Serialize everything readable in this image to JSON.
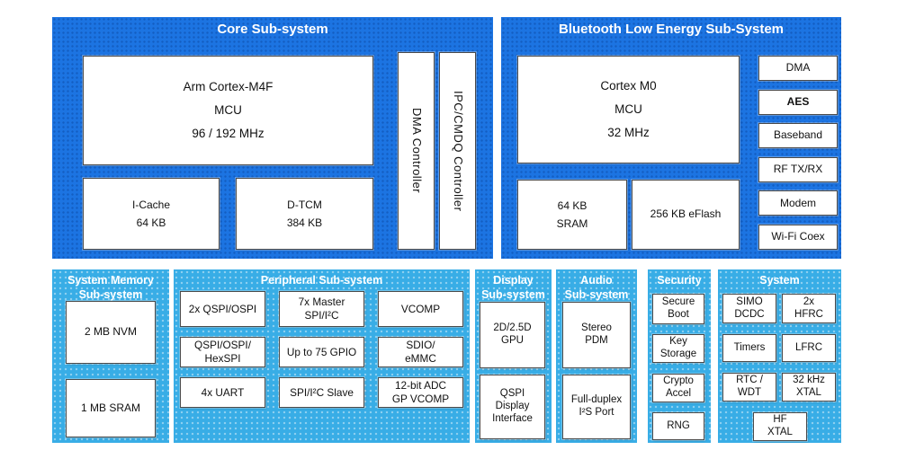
{
  "colors": {
    "panel_dark_blue": "#1c74e2",
    "panel_light_blue": "#38ade6",
    "box_bg": "#ffffff",
    "box_border": "#4a4a4a",
    "header_text": "#ffffff",
    "box_text": "#111111"
  },
  "core": {
    "title": "Core Sub-system",
    "cpu": "Arm Cortex-M4F\nMCU\n96 / 192 MHz",
    "icache": "I-Cache\n64 KB",
    "dtcm": "D-TCM\n384 KB",
    "dma_controller": "DMA Controller",
    "ipc_controller": "IPC/CMDQ Controller"
  },
  "ble": {
    "title": "Bluetooth Low Energy Sub-System",
    "cpu": "Cortex M0\nMCU\n32 MHz",
    "sram": "64 KB\nSRAM",
    "eflash": "256 KB eFlash",
    "blocks": [
      "DMA",
      "AES",
      "Baseband",
      "RF TX/RX",
      "Modem",
      "Wi-Fi Coex"
    ]
  },
  "memory": {
    "title": "System Memory\nSub-system",
    "blocks": [
      "2 MB NVM",
      "1 MB SRAM"
    ]
  },
  "peripheral": {
    "title": "Peripheral Sub-system",
    "blocks": [
      "2x QSPI/OSPI",
      "7x Master\nSPI/I²C",
      "VCOMP",
      "QSPI/OSPI/\nHexSPI",
      "Up to 75 GPIO",
      "SDIO/\neMMC",
      "4x UART",
      "SPI/I²C Slave",
      "12-bit ADC\nGP VCOMP"
    ]
  },
  "display": {
    "title": "Display\nSub-system",
    "blocks": [
      "2D/2.5D\nGPU",
      "QSPI\nDisplay\nInterface"
    ]
  },
  "audio": {
    "title": "Audio\nSub-system",
    "blocks": [
      "Stereo\nPDM",
      "Full-duplex\nI²S Port"
    ]
  },
  "security": {
    "title": "Security",
    "blocks": [
      "Secure\nBoot",
      "Key\nStorage",
      "Crypto\nAccel",
      "RNG"
    ]
  },
  "system": {
    "title": "System",
    "blocks": [
      "SIMO\nDCDC",
      "2x\nHFRC",
      "Timers",
      "LFRC",
      "RTC /\nWDT",
      "32 kHz\nXTAL",
      "HF\nXTAL"
    ]
  }
}
